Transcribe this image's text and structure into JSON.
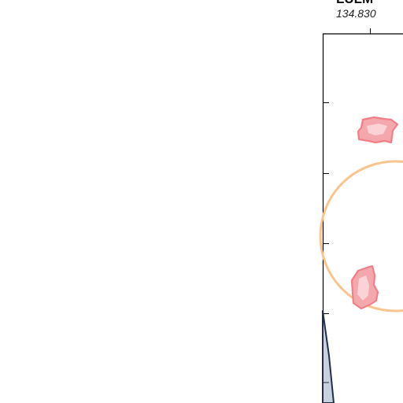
{
  "frame": {
    "title": "LULM",
    "coordinate_label": "134.830",
    "frame_color": "#000000"
  },
  "features": {
    "red_polygons": {
      "fill": "#f4a7ad",
      "inner_fill": "#fbd3d6",
      "stroke": "#f07f88",
      "count": 2
    },
    "orange_circle": {
      "stroke": "#f9c58f",
      "fill": "none"
    },
    "dark_triangle": {
      "stroke": "#1f2f4a",
      "fill": "#c8d2df"
    }
  }
}
